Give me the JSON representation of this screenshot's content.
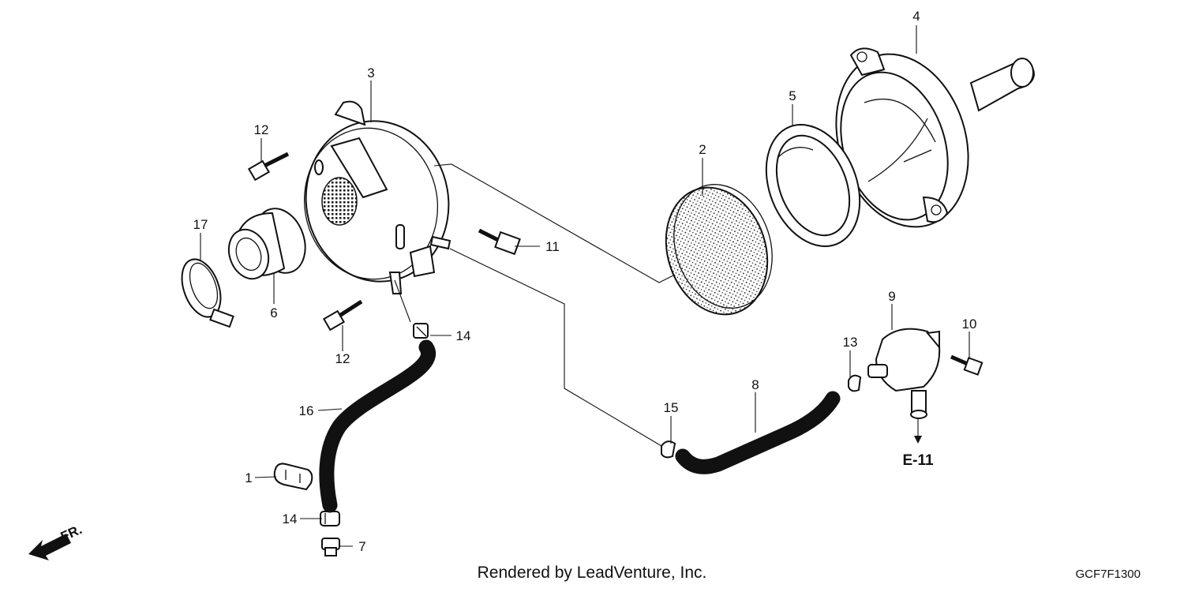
{
  "callouts": [
    "1",
    "2",
    "3",
    "4",
    "5",
    "6",
    "7",
    "8",
    "9",
    "10",
    "11",
    "12",
    "12",
    "13",
    "14",
    "14",
    "15",
    "16",
    "17"
  ],
  "reference": "E-11",
  "direction": "FR.",
  "footer": "Rendered by LeadVenture, Inc.",
  "diagram_code": "GCF7F1300"
}
